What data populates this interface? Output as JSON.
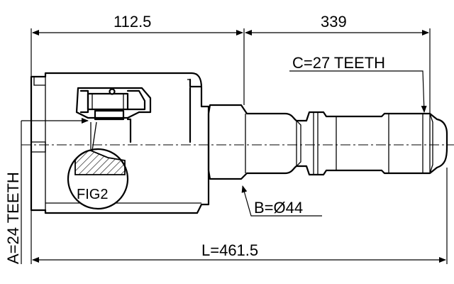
{
  "dimensions": {
    "left_length": "112.5",
    "right_length": "339",
    "total_length": "L=461.5",
    "spline_a": "A=24 TEETH",
    "diameter_b": "B=Ø44",
    "spline_c": "C=27 TEETH"
  },
  "callouts": {
    "detail_figure": "FIG2"
  },
  "colors": {
    "line": "#000000",
    "background": "#ffffff"
  }
}
